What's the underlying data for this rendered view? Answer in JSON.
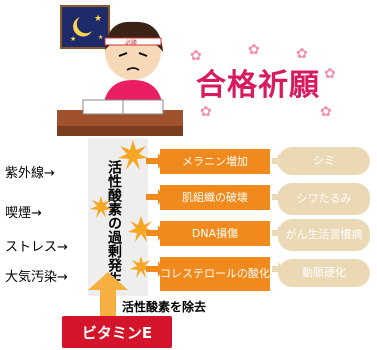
{
  "goal_text": "合格祈願",
  "causes": [
    "紫外線→",
    "喫煙→",
    "ストレス→",
    "大気汚染→"
  ],
  "center_label": "活性酸素の過剰発生",
  "effects": [
    "メラニン増加",
    "肌組織の破壊",
    "DNA損傷",
    "コレステロールの酸化"
  ],
  "results": [
    "シミ",
    "シワたるみ",
    "がん生活習慣病",
    "動脈硬化"
  ],
  "remove_label": "活性酸素を除去",
  "vitamin_label": "ビタミンE",
  "colors": {
    "accent_orange": "#f08a1c",
    "result_beige": "#ead9b4",
    "vitamin_red": "#d3142a",
    "goal_pink": "#d81b60"
  }
}
